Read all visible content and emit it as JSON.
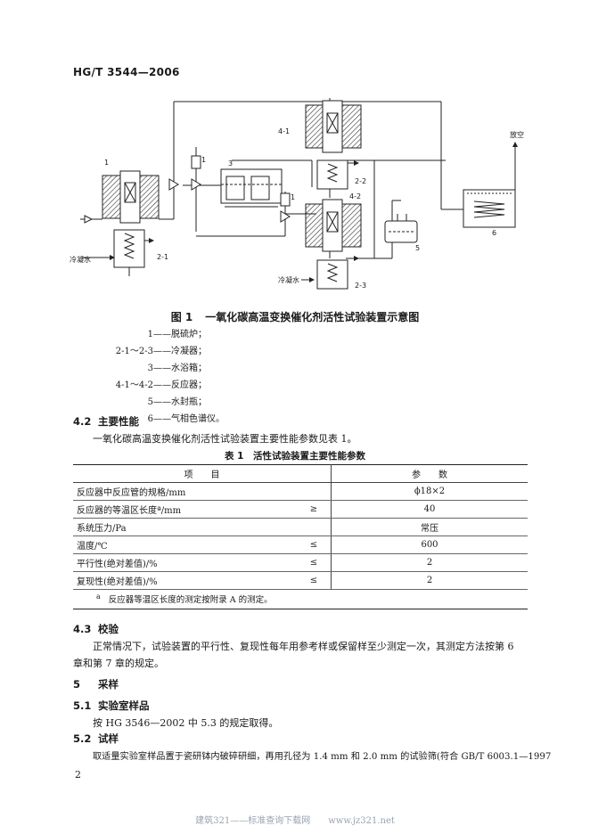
{
  "header": {
    "std_code": "HG/T 3544—2006"
  },
  "figure": {
    "labels": {
      "l1": "1",
      "l21": "2-1",
      "l22": "2-2",
      "l23": "2-3",
      "l3": "3",
      "l41": "4-1",
      "l42": "4-2",
      "l5": "5",
      "l6": "6",
      "v1a": "1",
      "v1b": "1",
      "cond1": "冷凝水",
      "cond2": "冷凝水",
      "vent": "放空"
    },
    "caption_no": "图 1",
    "caption_text": "一氧化碳高温变换催化剂活性试验装置示意图"
  },
  "legend": [
    {
      "num": "1",
      "text": "——脱硫炉；"
    },
    {
      "num": "2-1～2-3",
      "text": "——冷凝器；"
    },
    {
      "num": "3",
      "text": "——水浴箱；"
    },
    {
      "num": "4-1～4-2",
      "text": "——反应器；"
    },
    {
      "num": "5",
      "text": "——水封瓶；"
    },
    {
      "num": "6",
      "text": "——气相色谱仪。"
    }
  ],
  "section_4_2": {
    "no": "4.2",
    "title": "主要性能",
    "text": "一氧化碳高温变换催化剂活性试验装置主要性能参数见表 1。"
  },
  "table": {
    "title": "表 1　活性试验装置主要性能参数",
    "head": [
      "项　　目",
      "参　　数"
    ],
    "rows": [
      [
        "反应器中反应管的规格/mm",
        "",
        "ϕ18×2"
      ],
      [
        "反应器的等温区长度ª/mm",
        "≥",
        "40"
      ],
      [
        "系统压力/Pa",
        "",
        "常压"
      ],
      [
        "温度/℃",
        "≤",
        "600"
      ],
      [
        "平行性(绝对差值)/%",
        "≤",
        "2"
      ],
      [
        "复现性(绝对差值)/%",
        "≤",
        "2"
      ]
    ],
    "note_mark": "a",
    "note": "反应器等温区长度的测定按附录 A 的测定。"
  },
  "section_4_3": {
    "no": "4.3",
    "title": "校验",
    "line1": "正常情况下，试验装置的平行性、复现性每年用参考样或保留样至少测定一次，其测定方法按第 6",
    "line2": "章和第 7 章的规定。"
  },
  "section_5": {
    "no": "5",
    "title": "采样"
  },
  "section_5_1": {
    "no": "5.1",
    "title": "实验室样品",
    "text": "按 HG 3546—2002 中 5.3 的规定取得。"
  },
  "section_5_2": {
    "no": "5.2",
    "title": "试样",
    "text": "取适量实验室样品置于瓷研钵内破碎研细，再用孔径为 1.4 mm 和 2.0 mm 的试验筛(符合 GB/T 6003.1—1997"
  },
  "page_number": "2",
  "footer": "建筑321——标准查询下载网　　www.jz321.net"
}
